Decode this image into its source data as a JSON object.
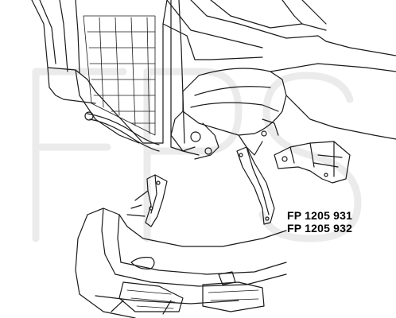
{
  "part_numbers": [
    "FP 1205 931",
    "FP 1205 932"
  ],
  "watermark_letters": "FPS",
  "colors": {
    "line": "#1a1a1a",
    "watermark": "#e9e9e9",
    "background": "#ffffff",
    "label": "#000000"
  }
}
